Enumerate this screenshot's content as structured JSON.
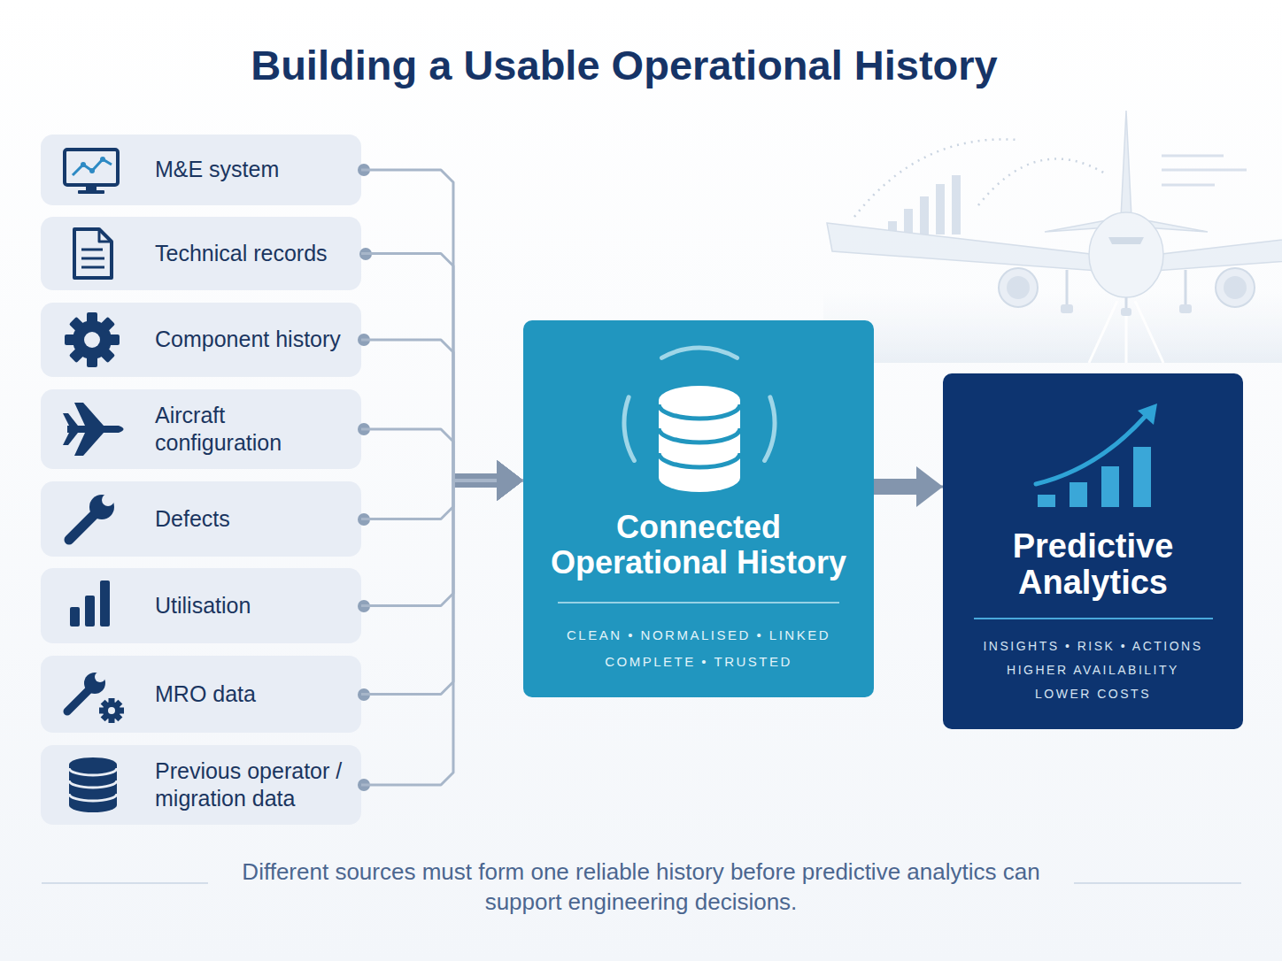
{
  "diagram": {
    "title": "Building a Usable Operational History",
    "caption": "Different sources must form one reliable history before predictive analytics can support engineering decisions.",
    "nodes": [
      {
        "text": [
          "M&E system"
        ]
      },
      {
        "text": [
          "Technical records"
        ]
      },
      {
        "text": [
          "Component history"
        ]
      },
      {
        "text": [
          "Aircraft configuration"
        ]
      },
      {
        "text": [
          "Defects"
        ]
      },
      {
        "text": [
          "Utilisation"
        ]
      },
      {
        "text": [
          "MRO data"
        ]
      },
      {
        "text": [
          "Previous operator / migration data"
        ]
      },
      {
        "text": [
          "Connected Operational History",
          "CLEAN • NORMALISED • LINKED COMPLETE • TRUSTED"
        ]
      },
      {
        "text": [
          "Predictive Analytics",
          "INSIGHTS • RISK • ACTIONS HIGHER AVAILABILITY LOWER COSTS"
        ]
      }
    ],
    "edges": [
      {
        "from": 0,
        "to": 8,
        "arrow": "to"
      },
      {
        "from": 1,
        "to": 8,
        "arrow": "to"
      },
      {
        "from": 2,
        "to": 8,
        "arrow": "to"
      },
      {
        "from": 3,
        "to": 8,
        "arrow": "to"
      },
      {
        "from": 4,
        "to": 8,
        "arrow": "to"
      },
      {
        "from": 5,
        "to": 8,
        "arrow": "to"
      },
      {
        "from": 6,
        "to": 8,
        "arrow": "to"
      },
      {
        "from": 7,
        "to": 8,
        "arrow": "to"
      },
      {
        "from": 8,
        "to": 9,
        "arrow": "to"
      }
    ]
  }
}
